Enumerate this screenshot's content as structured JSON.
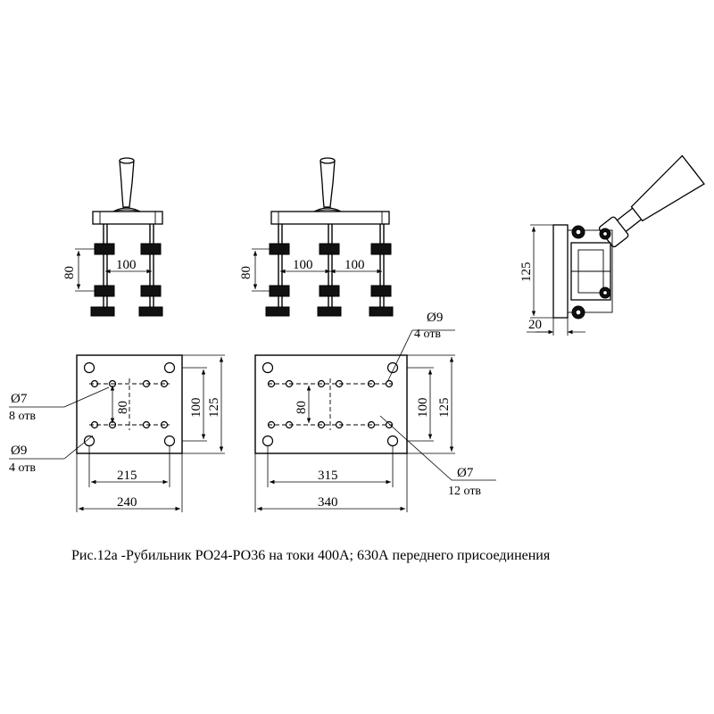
{
  "dimensions": {
    "d80_left": "80",
    "d100_left": "100",
    "d80_mid": "80",
    "d100_mid_a": "100",
    "d100_mid_b": "100",
    "d125_side": "125",
    "d20_side": "20",
    "plate_left": {
      "d80": "80",
      "d100": "100",
      "d125": "125",
      "d215": "215",
      "d240": "240"
    },
    "plate_right": {
      "d80": "80",
      "d100": "100",
      "d125": "125",
      "d315": "315",
      "d340": "340"
    }
  },
  "callouts": {
    "left_d7": "Ø7",
    "left_d7_count": "8 отв",
    "left_d9": "Ø9",
    "left_d9_count": "4 отв",
    "right_d9": "Ø9",
    "right_d9_count": "4 отв",
    "right_d7": "Ø7",
    "right_d7_count": "12 отв"
  },
  "caption": "Рис.12а -Рубильник РО24-РО36 на токи 400А; 630А переднего присоединения"
}
